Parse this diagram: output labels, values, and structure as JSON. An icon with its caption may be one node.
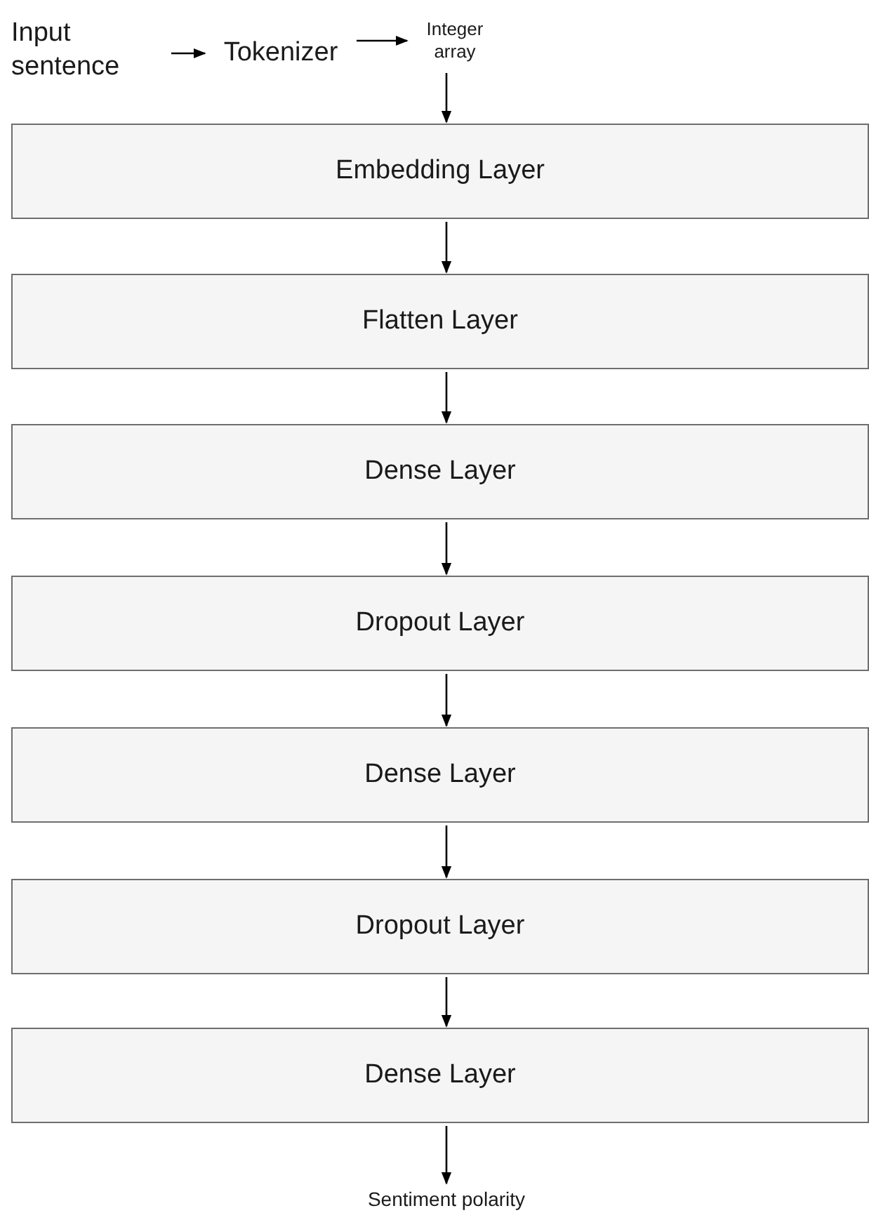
{
  "diagram": {
    "nodes": [
      {
        "text": [
          "Input sentence"
        ]
      },
      {
        "text": [
          "Tokenizer"
        ]
      },
      {
        "text": [
          "Integer array"
        ]
      },
      {
        "text": [
          "Embedding Layer"
        ]
      },
      {
        "text": [
          "Flatten Layer"
        ]
      },
      {
        "text": [
          "Dense Layer"
        ]
      },
      {
        "text": [
          "Dropout Layer"
        ]
      },
      {
        "text": [
          "Dense Layer"
        ]
      },
      {
        "text": [
          "Dropout Layer"
        ]
      },
      {
        "text": [
          "Dense Layer"
        ]
      },
      {
        "text": [
          "Sentiment polarity"
        ]
      }
    ],
    "edges": [
      {
        "from": 0,
        "to": 1,
        "arrow": "to"
      },
      {
        "from": 1,
        "to": 2,
        "arrow": "to"
      },
      {
        "from": 2,
        "to": 3,
        "arrow": "to"
      },
      {
        "from": 3,
        "to": 4,
        "arrow": "to"
      },
      {
        "from": 4,
        "to": 5,
        "arrow": "to"
      },
      {
        "from": 5,
        "to": 6,
        "arrow": "to"
      },
      {
        "from": 6,
        "to": 7,
        "arrow": "to"
      },
      {
        "from": 7,
        "to": 8,
        "arrow": "to"
      },
      {
        "from": 8,
        "to": 9,
        "arrow": "to"
      },
      {
        "from": 9,
        "to": 10,
        "arrow": "to"
      }
    ]
  }
}
